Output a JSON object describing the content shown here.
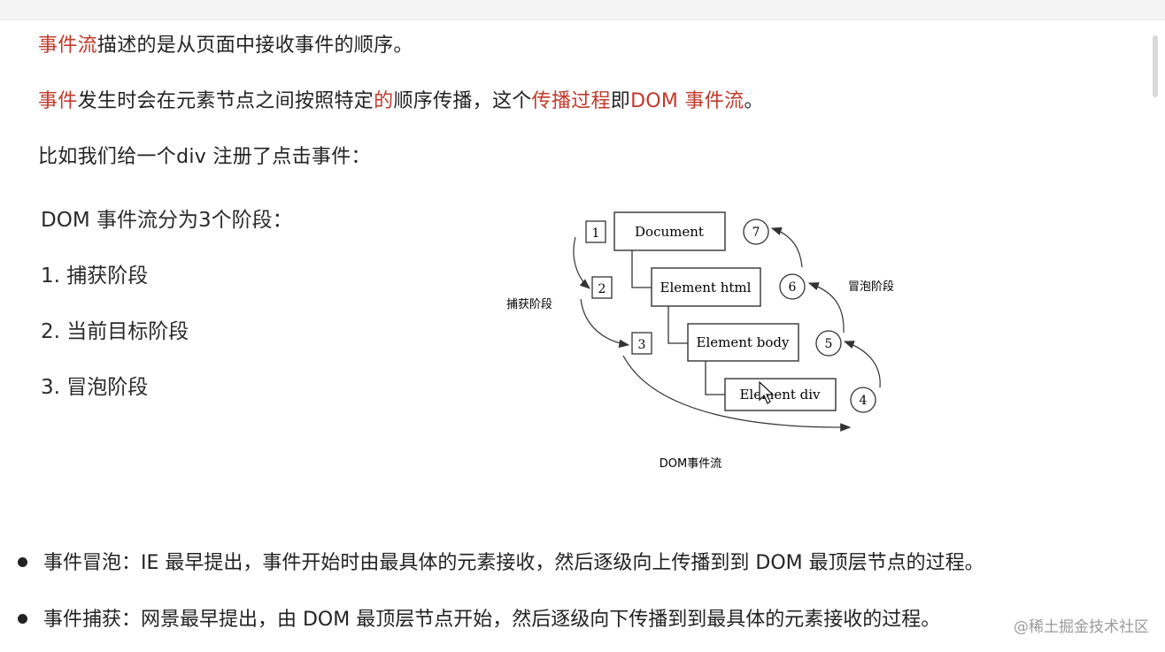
{
  "intro": {
    "line1": {
      "highlight": "事件流",
      "rest": "描述的是从页面中接收事件的顺序。"
    },
    "line2": {
      "part1_red": "事件",
      "part2": "发生时会在元素节点之间按照特定",
      "part3_red": "的",
      "part4": "顺序传播，这个",
      "part5_red": "传播过程",
      "part6": "即",
      "part7_red": "DOM 事件流",
      "part8": "。"
    },
    "line3": "比如我们给一个div 注册了点击事件："
  },
  "phases": {
    "heading": "DOM 事件流分为3个阶段：",
    "items": [
      "1. 捕获阶段",
      "2. 当前目标阶段",
      "3. 冒泡阶段"
    ]
  },
  "diagram": {
    "boxes": [
      "Document",
      "Element html",
      "Element body",
      "Element div"
    ],
    "steps": [
      "1",
      "2",
      "3",
      "4",
      "5",
      "6",
      "7"
    ],
    "capture_label": "捕获阶段",
    "bubble_label": "冒泡阶段",
    "caption": "DOM事件流"
  },
  "bullets": [
    "事件冒泡：IE 最早提出，事件开始时由最具体的元素接收，然后逐级向上传播到到 DOM 最顶层节点的过程。",
    "事件捕获：网景最早提出，由 DOM 最顶层节点开始，然后逐级向下传播到到最具体的元素接收的过程。"
  ],
  "watermark": "@稀土掘金技术社区"
}
